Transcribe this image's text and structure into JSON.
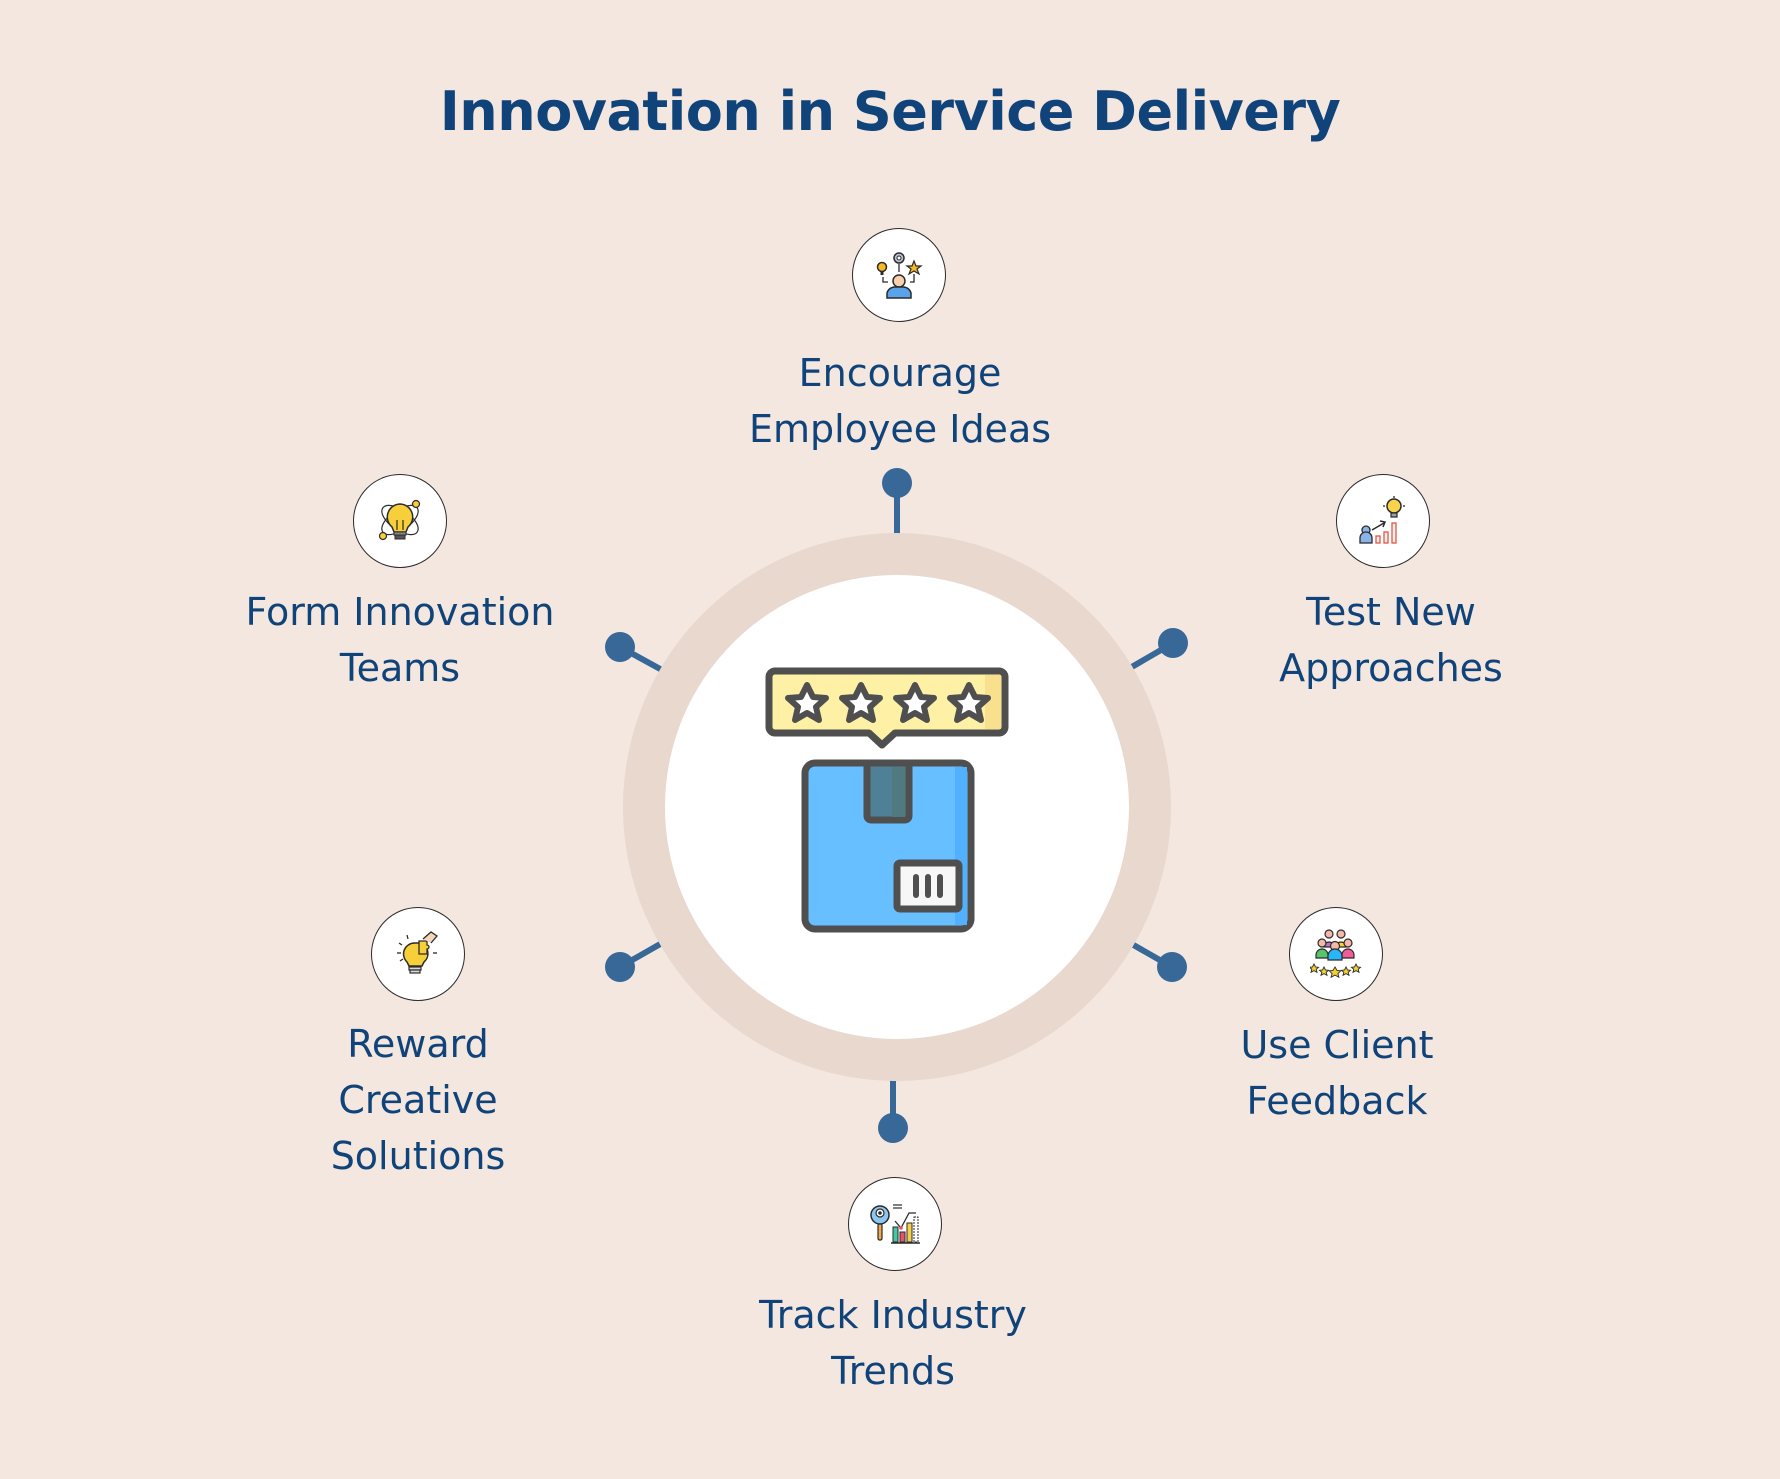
{
  "title": "Innovation in Service Delivery",
  "colors": {
    "background": "#F4E7DF",
    "title": "#0F4379",
    "label": "#0F4379",
    "connector": "#376897",
    "ring": "#E8D8CD",
    "core": "#FFFFFF"
  },
  "center": {
    "icon": "package-rating-icon",
    "rating_stars": 4
  },
  "nodes": [
    {
      "id": "encourage-employee-ideas",
      "label": "Encourage\nEmployee Ideas",
      "icon": "employee-ideas-icon",
      "position": "top"
    },
    {
      "id": "test-new-approaches",
      "label": "Test New\nApproaches",
      "icon": "growth-idea-icon",
      "position": "top-right"
    },
    {
      "id": "use-client-feedback",
      "label": "Use Client\nFeedback",
      "icon": "client-feedback-icon",
      "position": "bottom-right"
    },
    {
      "id": "track-industry-trends",
      "label": "Track Industry\nTrends",
      "icon": "trend-analysis-icon",
      "position": "bottom"
    },
    {
      "id": "reward-creative-solutions",
      "label": "Reward\nCreative\nSolutions",
      "icon": "puzzle-bulb-icon",
      "position": "bottom-left"
    },
    {
      "id": "form-innovation-teams",
      "label": "Form Innovation\nTeams",
      "icon": "innovation-bulb-icon",
      "position": "top-left"
    }
  ]
}
